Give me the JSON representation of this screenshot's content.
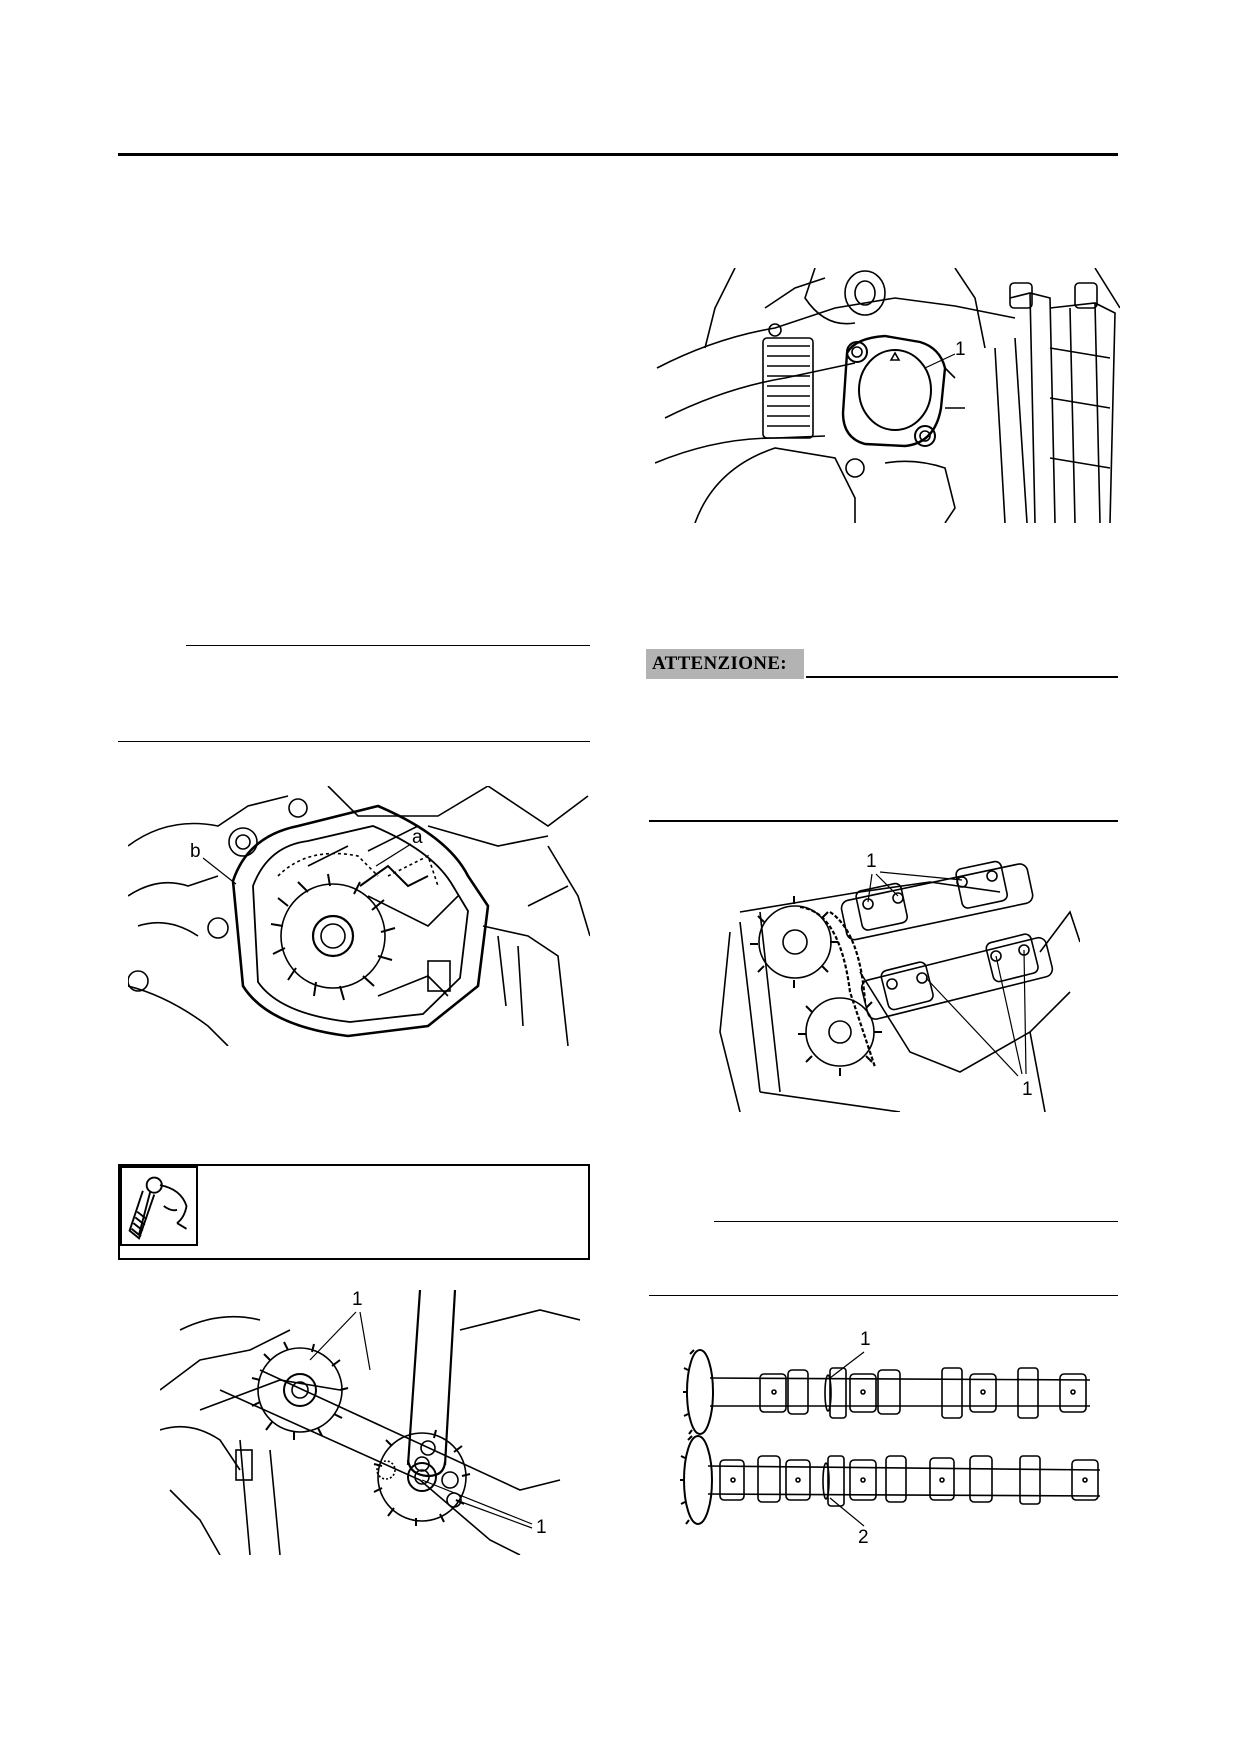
{
  "attention": {
    "label": "ATTENZIONE:"
  },
  "figures": {
    "cover": {
      "labels": [
        "1"
      ]
    },
    "timing": {
      "labels": [
        "a",
        "b"
      ]
    },
    "sprockets": {
      "labels": [
        "1",
        "1"
      ]
    },
    "cylinder_head": {
      "labels": [
        "1",
        "1"
      ]
    },
    "camshafts": {
      "labels": [
        "1",
        "2"
      ]
    }
  },
  "tool_box": {
    "icon": "wrench-tool-icon",
    "text": ""
  }
}
